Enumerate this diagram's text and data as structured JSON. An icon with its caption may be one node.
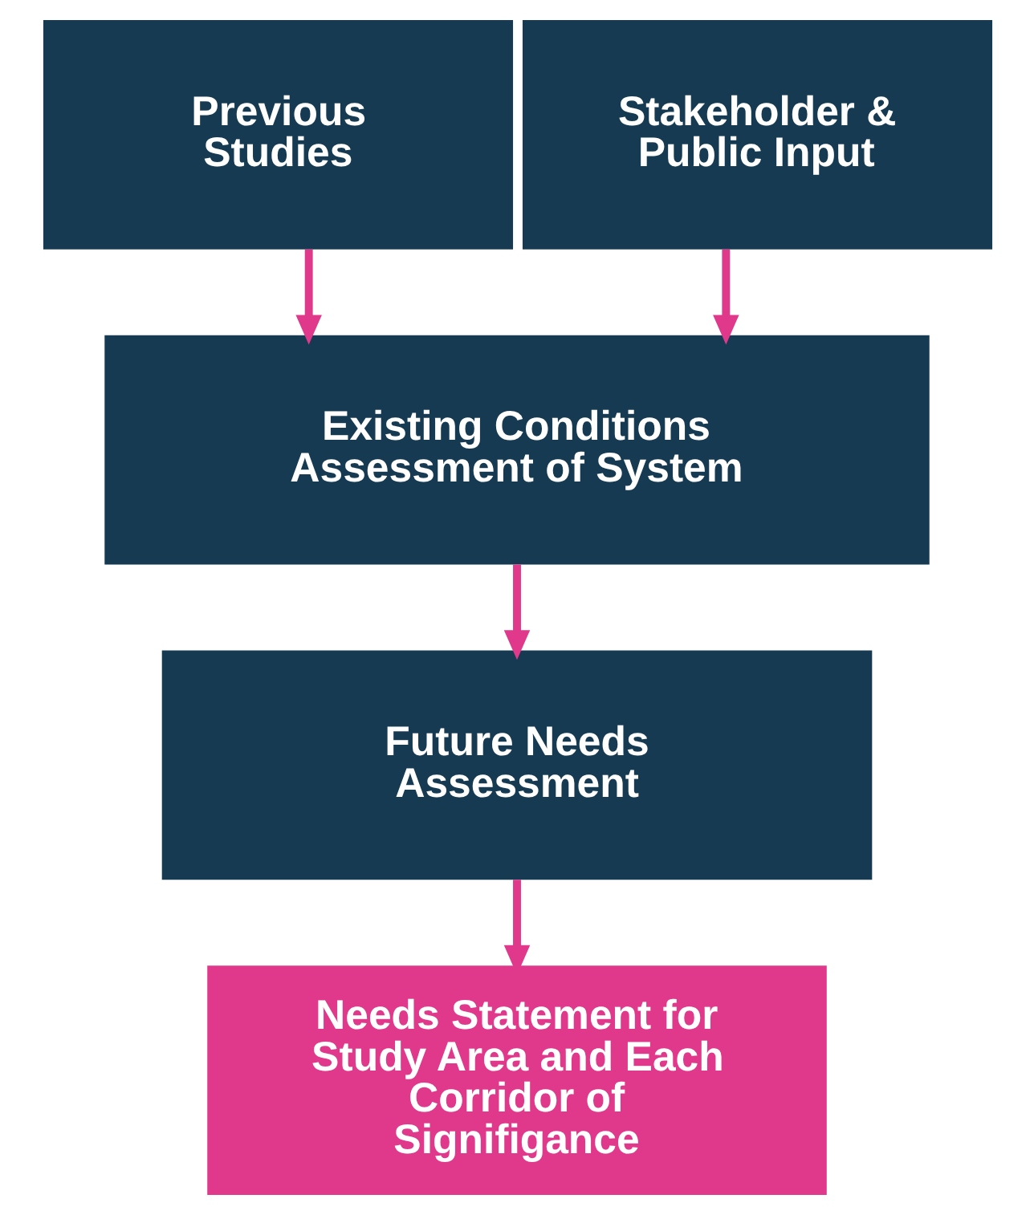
{
  "diagram": {
    "nodes": [
      {
        "text": [
          "Previous Studies"
        ]
      },
      {
        "text": [
          "Stakeholder & Public Input"
        ]
      },
      {
        "text": [
          "Existing Conditions Assessment of System"
        ]
      },
      {
        "text": [
          "Future Needs Assessment"
        ]
      },
      {
        "text": [
          "Needs Statement for Study Area and Each Corridor of Signifigance"
        ]
      }
    ],
    "edges": [
      {
        "from": 0,
        "to": 2,
        "arrow": "to"
      },
      {
        "from": 1,
        "to": 2,
        "arrow": "to"
      },
      {
        "from": 2,
        "to": 3,
        "arrow": "to"
      },
      {
        "from": 3,
        "to": 4,
        "arrow": "to"
      }
    ]
  }
}
